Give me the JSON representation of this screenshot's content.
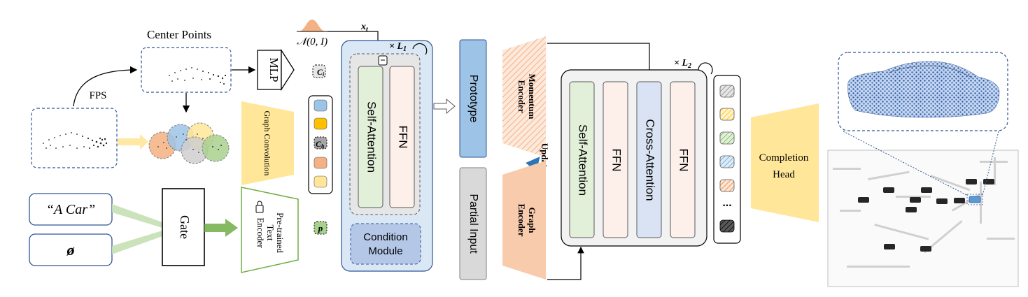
{
  "center_points": {
    "title": "Center Points"
  },
  "fps": {
    "label": "FPS"
  },
  "mlp": {
    "label": "MLP"
  },
  "graph_conv": {
    "label": "Graph Convolution"
  },
  "text_inputs": {
    "a_car": "“A Car”",
    "empty_set": "ø"
  },
  "gate": {
    "label": "Gate"
  },
  "text_encoder": {
    "line1": "Pre-trained",
    "line2": "Text",
    "line3": "Encoder"
  },
  "noise": {
    "label": "𝒩(0, I)",
    "x_t": "x",
    "x_t_sub": "t"
  },
  "tokens": {
    "c_i": "C",
    "c_i_sub": "i",
    "c_h": "C",
    "c_h_sub": "h",
    "p": "p"
  },
  "block1": {
    "repeat": "× L",
    "repeat_sub": "1",
    "self_attention": "Self-Attention",
    "ffn": "FFN",
    "condition_line1": "Condition",
    "condition_line2": "Module"
  },
  "prototype": {
    "label": "Prototype"
  },
  "partial_input": {
    "label": "Partial Input"
  },
  "momentum_encoder": {
    "line1": "Momentum",
    "line2": "Encoder"
  },
  "update": {
    "label": "Update"
  },
  "graph_encoder": {
    "line1": "Graph",
    "line2": "Encoder"
  },
  "block2": {
    "repeat": "× L",
    "repeat_sub": "2",
    "self_attention": "Self-Attention",
    "ffn1": "FFN",
    "cross_attention": "Cross-Attention",
    "ffn2": "FFN"
  },
  "ellipsis": {
    "label": "..."
  },
  "completion_head": {
    "line1": "Completion",
    "line2": "Head"
  },
  "colors": {
    "blue": "#9dc3e6",
    "yellow": "#ffc000",
    "gray": "#a6a6a6",
    "orange": "#f4b183",
    "lightyellow": "#ffe699",
    "green": "#a9d18e",
    "graphconv": "#ffe699",
    "block_bg": "#dae8f5",
    "self_attn": "#e2f0d9",
    "ffn": "#fdf0ea",
    "cross": "#dae3f3",
    "condition": "#b4c7e7",
    "prototype": "#9dc3e6",
    "partial": "#d9d9d9",
    "graph_enc": "#f8cbad"
  }
}
